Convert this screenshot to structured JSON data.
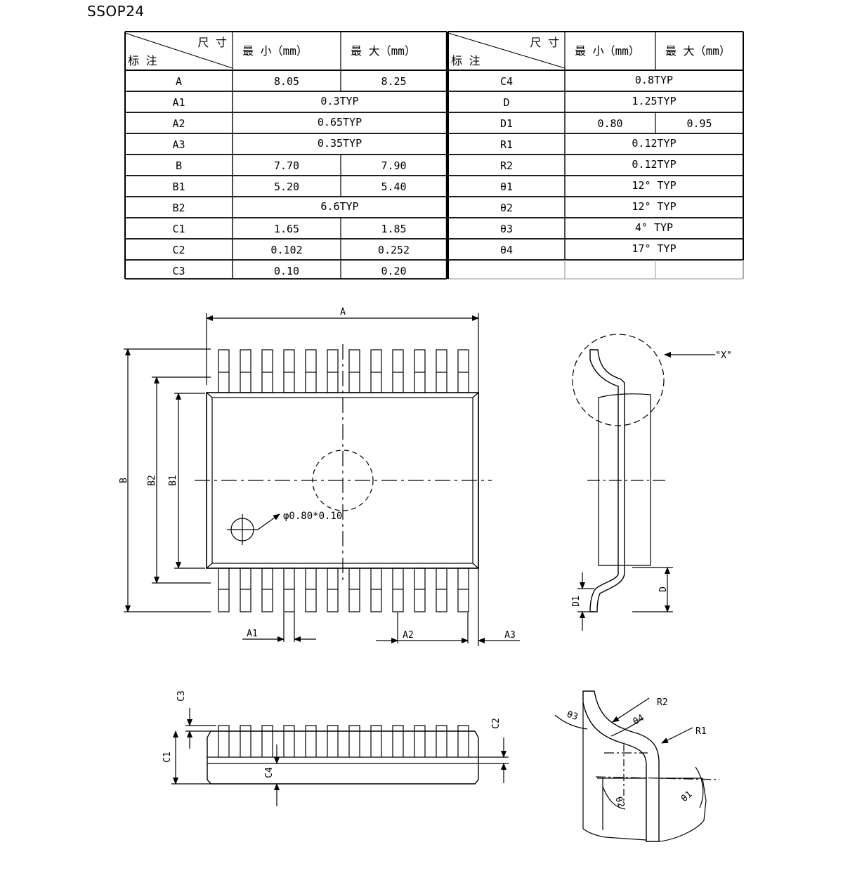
{
  "title": "SSOP24",
  "table": {
    "header": {
      "corner_top": "尺 寸",
      "corner_bottom": "标 注",
      "min": "最  小（mm）",
      "max": "最  大（mm）"
    },
    "left": [
      {
        "label": "A",
        "min": "8.05",
        "max": "8.25"
      },
      {
        "label": "A1",
        "typ": "0.3TYP"
      },
      {
        "label": "A2",
        "typ": "0.65TYP"
      },
      {
        "label": "A3",
        "typ": "0.35TYP"
      },
      {
        "label": "B",
        "min": "7.70",
        "max": "7.90"
      },
      {
        "label": "B1",
        "min": "5.20",
        "max": "5.40"
      },
      {
        "label": "B2",
        "typ": "6.6TYP"
      },
      {
        "label": "C1",
        "min": "1.65",
        "max": "1.85"
      },
      {
        "label": "C2",
        "min": "0.102",
        "max": "0.252"
      },
      {
        "label": "C3",
        "min": "0.10",
        "max": "0.20"
      }
    ],
    "right": [
      {
        "label": "C4",
        "typ": "0.8TYP"
      },
      {
        "label": "D",
        "typ": "1.25TYP"
      },
      {
        "label": "D1",
        "min": "0.80",
        "max": "0.95"
      },
      {
        "label": "R1",
        "typ": "0.12TYP"
      },
      {
        "label": "R2",
        "typ": "0.12TYP"
      },
      {
        "label": "θ1",
        "typ": "12° TYP"
      },
      {
        "label": "θ2",
        "typ": "12° TYP"
      },
      {
        "label": "θ3",
        "typ": "4° TYP"
      },
      {
        "label": "θ4",
        "typ": "17° TYP"
      },
      {
        "label": "",
        "min": "",
        "max": ""
      }
    ]
  },
  "drawing": {
    "top_view": {
      "dim_A": "A",
      "dim_B": "B",
      "dim_B1": "B1",
      "dim_B2": "B2",
      "dim_A1": "A1",
      "dim_A2": "A2",
      "dim_A3": "A3",
      "pin1_note": "φ0.80*0.10",
      "pins_per_side": 12
    },
    "side_view": {
      "detail_label": "\"X\"",
      "dim_D": "D",
      "dim_D1": "D1"
    },
    "front_view": {
      "dim_C1": "C1",
      "dim_C2": "C2",
      "dim_C3": "C3",
      "dim_C4": "C4"
    },
    "detail_view": {
      "R1": "R1",
      "R2": "R2",
      "theta1": "θ1",
      "theta2": "θ2",
      "theta3": "θ3",
      "theta4": "θ4"
    }
  }
}
